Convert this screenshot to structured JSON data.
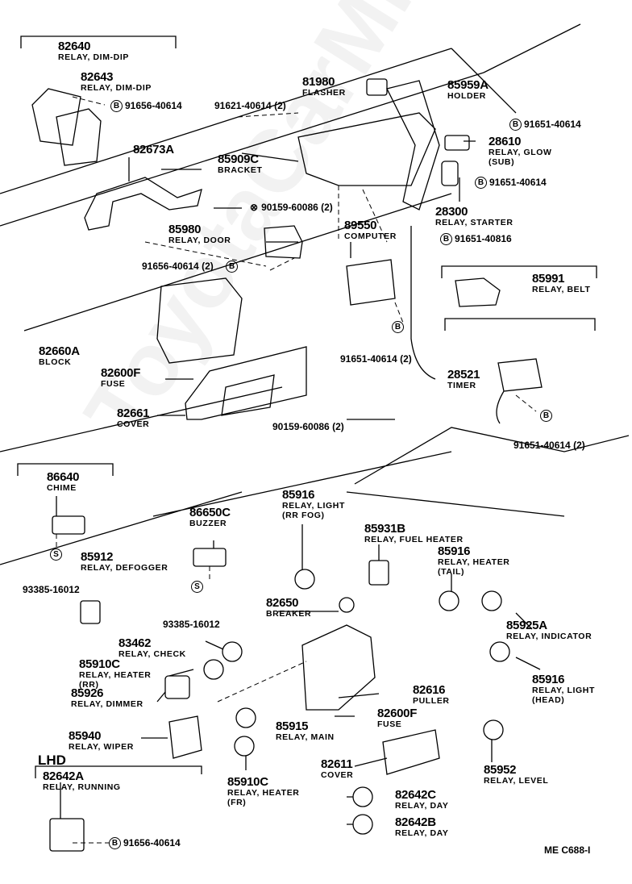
{
  "title": "Relay & Fuse Block Parts Diagram",
  "watermark": "ToyotaCarMine.ru",
  "diagram_code": "ME C688-I",
  "region_label_lhd": "LHD",
  "parts": [
    {
      "id": "p82640",
      "number": "82640",
      "desc": "RELAY, DIM-DIP"
    },
    {
      "id": "p82643",
      "number": "82643",
      "desc": "RELAY, DIM-DIP"
    },
    {
      "id": "p81980",
      "number": "81980",
      "desc": "FLASHER"
    },
    {
      "id": "p85959A",
      "number": "85959A",
      "desc": "HOLDER"
    },
    {
      "id": "p28610",
      "number": "28610",
      "desc": "RELAY, GLOW",
      "desc2": "(SUB)"
    },
    {
      "id": "p82673A",
      "number": "82673A",
      "desc": ""
    },
    {
      "id": "p85909C",
      "number": "85909C",
      "desc": "BRACKET"
    },
    {
      "id": "p28300",
      "number": "28300",
      "desc": "RELAY, STARTER"
    },
    {
      "id": "p85980",
      "number": "85980",
      "desc": "RELAY, DOOR"
    },
    {
      "id": "p89550",
      "number": "89550",
      "desc": "COMPUTER"
    },
    {
      "id": "p85991",
      "number": "85991",
      "desc": "RELAY, BELT"
    },
    {
      "id": "p82660A",
      "number": "82660A",
      "desc": "BLOCK"
    },
    {
      "id": "p82600F_a",
      "number": "82600F",
      "desc": "FUSE"
    },
    {
      "id": "p28521",
      "number": "28521",
      "desc": "TIMER"
    },
    {
      "id": "p82661",
      "number": "82661",
      "desc": "COVER"
    },
    {
      "id": "p86640",
      "number": "86640",
      "desc": "CHIME"
    },
    {
      "id": "p85916_fog",
      "number": "85916",
      "desc": "RELAY, LIGHT",
      "desc2": "(RR FOG)"
    },
    {
      "id": "p86650C",
      "number": "86650C",
      "desc": "BUZZER"
    },
    {
      "id": "p85931B",
      "number": "85931B",
      "desc": "RELAY, FUEL HEATER"
    },
    {
      "id": "p85912",
      "number": "85912",
      "desc": "RELAY, DEFOGGER"
    },
    {
      "id": "p85916_tail",
      "number": "85916",
      "desc": "RELAY, HEATER",
      "desc2": "(TAIL)"
    },
    {
      "id": "p82650",
      "number": "82650",
      "desc": "BREAKER"
    },
    {
      "id": "p85925A",
      "number": "85925A",
      "desc": "RELAY, INDICATOR"
    },
    {
      "id": "p83462",
      "number": "83462",
      "desc": "RELAY, CHECK"
    },
    {
      "id": "p85910C_rr",
      "number": "85910C",
      "desc": "RELAY, HEATER",
      "desc2": "(RR)"
    },
    {
      "id": "p85926",
      "number": "85926",
      "desc": "RELAY, DIMMER"
    },
    {
      "id": "p85916_head",
      "number": "85916",
      "desc": "RELAY, LIGHT",
      "desc2": "(HEAD)"
    },
    {
      "id": "p82616",
      "number": "82616",
      "desc": "PULLER"
    },
    {
      "id": "p85915",
      "number": "85915",
      "desc": "RELAY, MAIN"
    },
    {
      "id": "p82600F_b",
      "number": "82600F",
      "desc": "FUSE"
    },
    {
      "id": "p85940",
      "number": "85940",
      "desc": "RELAY, WIPER"
    },
    {
      "id": "p82611",
      "number": "82611",
      "desc": "COVER"
    },
    {
      "id": "p85952",
      "number": "85952",
      "desc": "RELAY, LEVEL"
    },
    {
      "id": "p82642A",
      "number": "82642A",
      "desc": "RELAY, RUNNING"
    },
    {
      "id": "p85910C_fr",
      "number": "85910C",
      "desc": "RELAY, HEATER",
      "desc2": "(FR)"
    },
    {
      "id": "p82642C",
      "number": "82642C",
      "desc": "RELAY, DAY"
    },
    {
      "id": "p82642B",
      "number": "82642B",
      "desc": "RELAY, DAY"
    }
  ],
  "fasteners": [
    {
      "symbol": "B",
      "number": "91656-40614"
    },
    {
      "symbol": "",
      "number": "91621-40614 (2)"
    },
    {
      "symbol": "B",
      "number": "91651-40614"
    },
    {
      "symbol": "B",
      "number": "91651-40614"
    },
    {
      "symbol": "",
      "number": "90159-60086 (2)"
    },
    {
      "symbol": "B",
      "number": "91651-40816"
    },
    {
      "symbol": "",
      "number": "91656-40614 (2)"
    },
    {
      "symbol": "",
      "number": "91651-40614 (2)"
    },
    {
      "symbol": "",
      "number": "90159-60086 (2)"
    },
    {
      "symbol": "",
      "number": "91651-40614 (2)"
    },
    {
      "symbol": "S",
      "number": "93385-16012"
    },
    {
      "symbol": "S",
      "number": "93385-16012"
    },
    {
      "symbol": "B",
      "number": "91656-40614"
    }
  ],
  "symbols": {
    "bolt_b": "B",
    "screw_s": "S"
  }
}
